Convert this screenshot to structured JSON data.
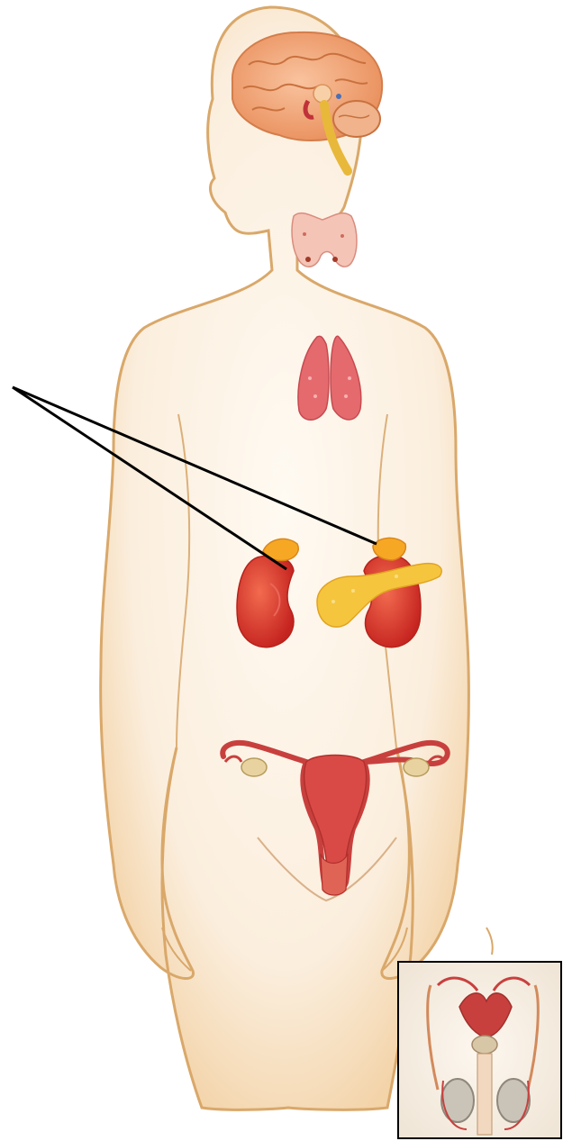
{
  "diagram": {
    "subject": "endocrine-system",
    "organs": [
      "brain",
      "pituitary",
      "thyroid",
      "thymus",
      "adrenal-glands",
      "kidneys",
      "pancreas",
      "uterus",
      "ovaries"
    ],
    "inset_subject": "male-reproductive-organs",
    "labels": [],
    "colors": {
      "skin": "#f6dcb6",
      "skin_outline": "#d9a86a",
      "brain": "#f2a779",
      "kidney": "#d8322a",
      "adrenal": "#f4a21c",
      "pancreas": "#f6c33b",
      "uterus": "#c83a3a",
      "thyroid": "#f2b4a8",
      "thymus": "#e26a6a",
      "leader_line": "#000000"
    }
  }
}
